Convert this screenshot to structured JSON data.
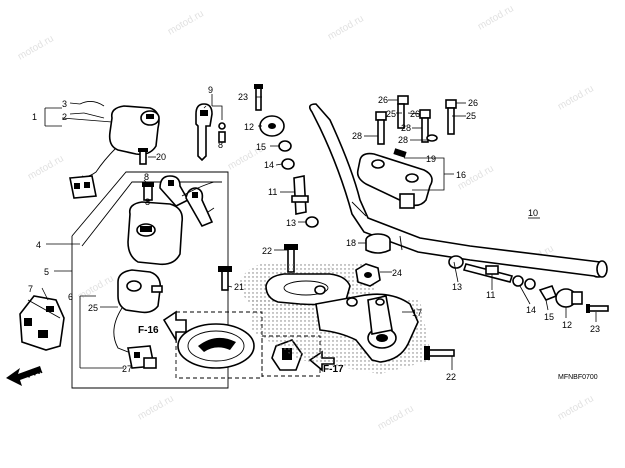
{
  "watermark": "motod.ru",
  "diagram_code": "MFNBF0700",
  "front_marker": "FR.",
  "refs": {
    "f16": "F-16",
    "f17": "F-17"
  },
  "callouts": {
    "c1": "1",
    "c2": "2",
    "c3": "3",
    "c4": "4",
    "c5": "5",
    "c6": "6",
    "c7": "7",
    "c8a": "8",
    "c8b": "8",
    "c8c": "8",
    "c9": "9",
    "c10": "10",
    "c11a": "11",
    "c11b": "11",
    "c12a": "12",
    "c12b": "12",
    "c13a": "13",
    "c13b": "13",
    "c14a": "14",
    "c14b": "14",
    "c15a": "15",
    "c15b": "15",
    "c16": "16",
    "c17": "17",
    "c18": "18",
    "c19": "19",
    "c20": "20",
    "c21": "21",
    "c22a": "22",
    "c22b": "22",
    "c23a": "23",
    "c23b": "23",
    "c24": "24",
    "c25": "25",
    "c26a": "26",
    "c26b": "26",
    "c26c": "26",
    "c27": "27",
    "c28a": "28",
    "c28b": "28",
    "c28c": "28"
  }
}
